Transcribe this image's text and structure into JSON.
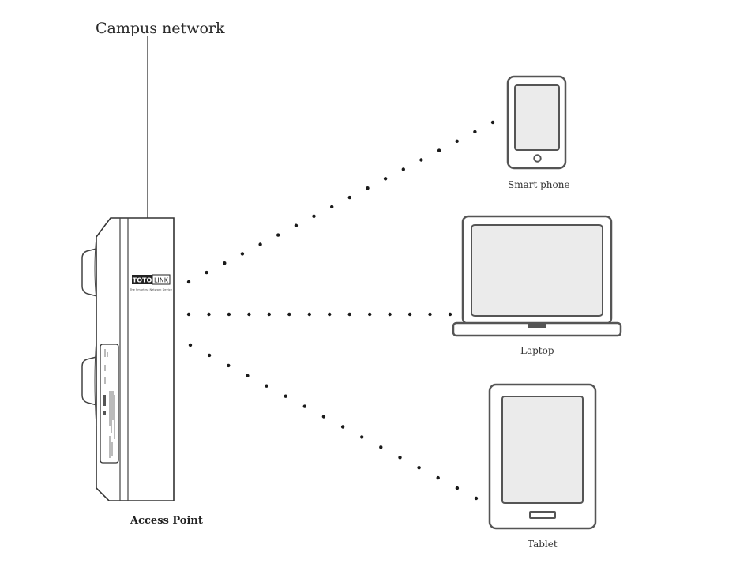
{
  "colors": {
    "stroke": "#555555",
    "screen_fill": "#ebebeb",
    "dot": "#1a1a1a",
    "brand_dark": "#222222"
  },
  "labels": {
    "campus_network": "Campus network",
    "access_point": "Access Point",
    "smart_phone": "Smart phone",
    "laptop": "Laptop",
    "tablet": "Tablet"
  },
  "device_logo": {
    "left": "TOTO",
    "right": "LINK",
    "tagline": "The Smartest Network Device"
  },
  "icons": [
    "access-point-icon",
    "smart-phone-icon",
    "laptop-icon",
    "tablet-icon"
  ]
}
